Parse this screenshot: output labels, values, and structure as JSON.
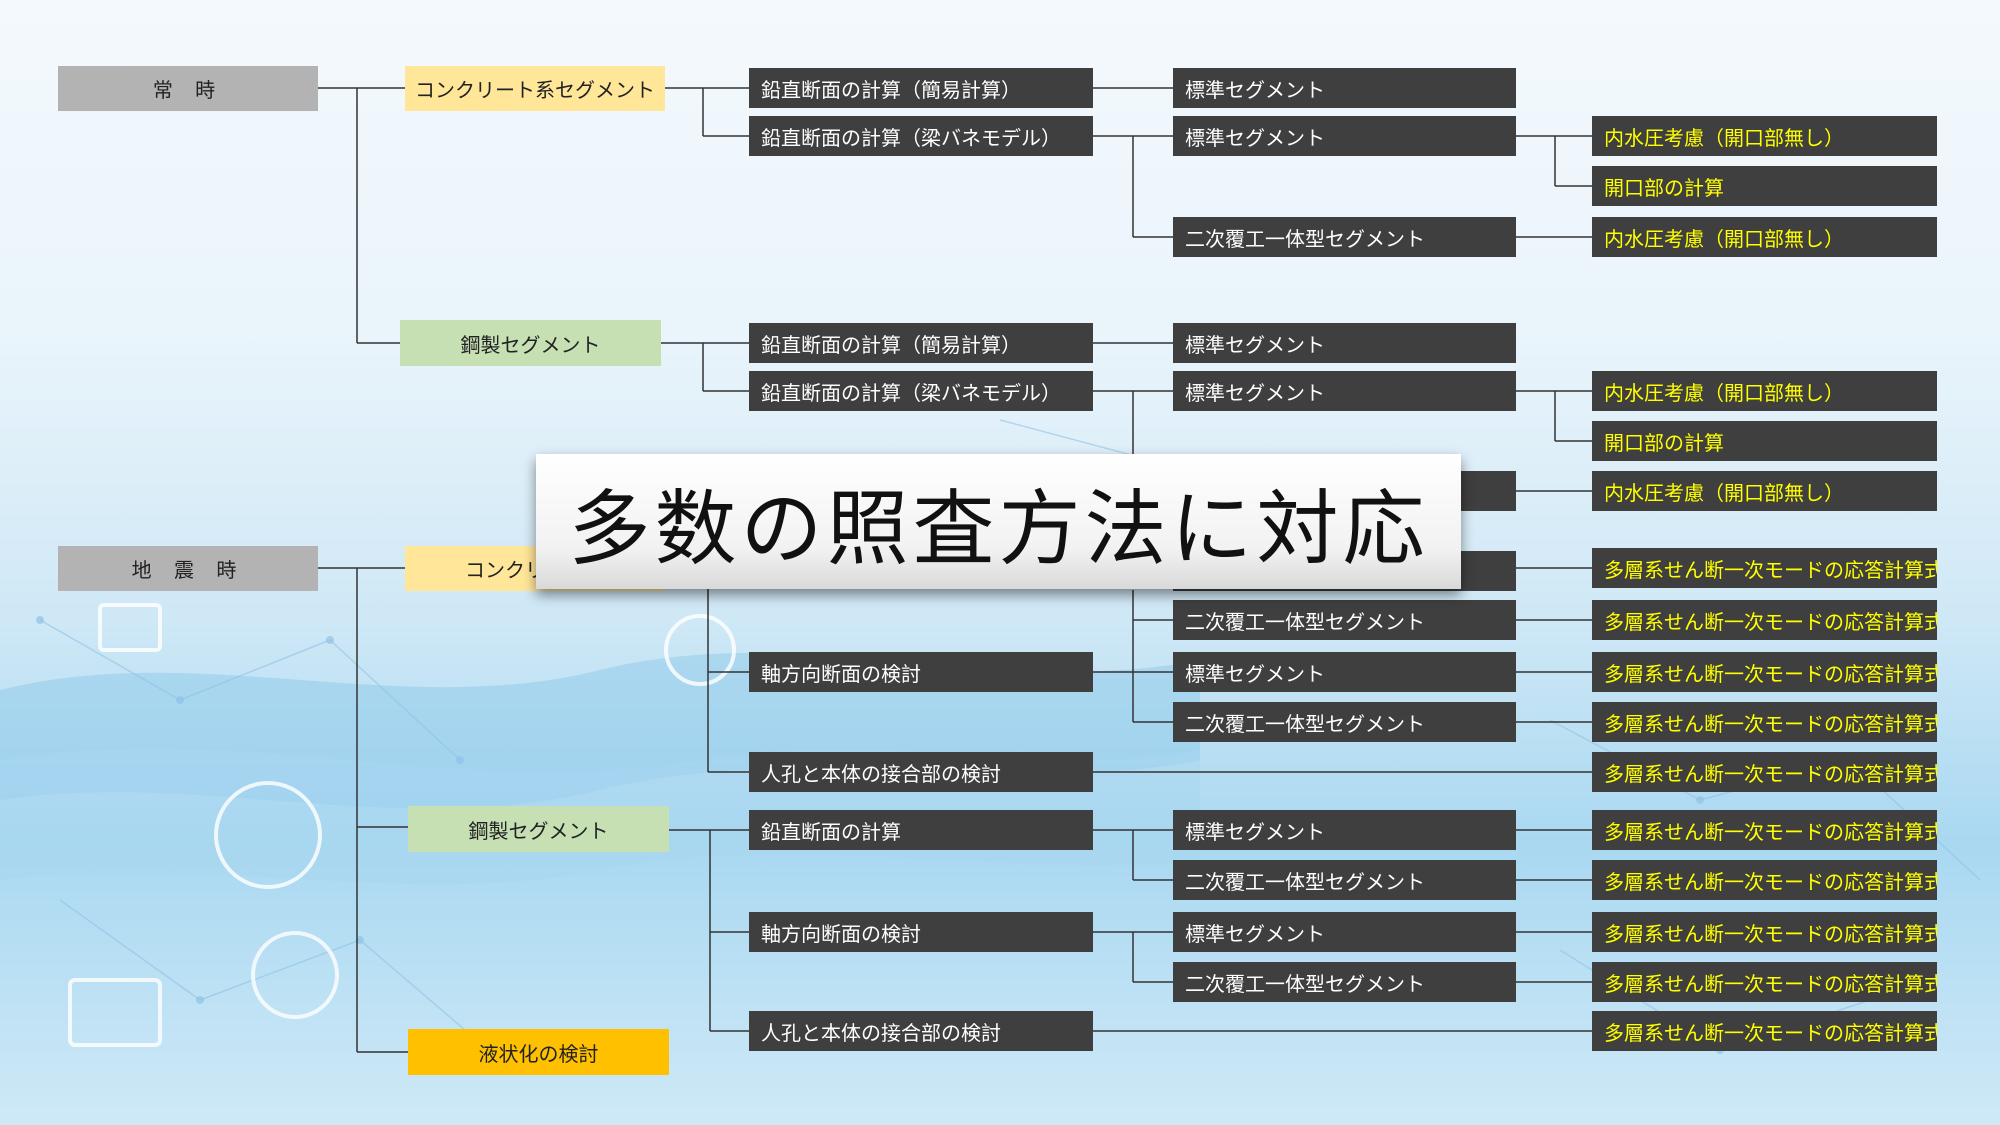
{
  "slide": {
    "banner": "多数の照査方法に対応",
    "categories": {
      "normal": "常 時",
      "seismic": "地 震 時"
    },
    "normal": {
      "concrete": "コンクリート系セグメント",
      "steel": "鋼製セグメント",
      "vertical_simple": "鉛直断面の計算（簡易計算）",
      "vertical_spring": "鉛直断面の計算（梁バネモデル）",
      "standard_segment": "標準セグメント",
      "integrated_segment": "二次覆工一体型セグメント",
      "internal_pressure": "内水圧考慮（開口部無し）",
      "opening_calc": "開口部の計算"
    },
    "seismic": {
      "concrete": "コンクリート系セグメント",
      "concrete_visible": "コンクリート系",
      "steel": "鋼製セグメント",
      "liquefaction": "液状化の検討",
      "axial": "軸方向断面の検討",
      "manhole": "人孔と本体の接合部の検討",
      "vertical": "鉛直断面の計算",
      "standard_segment": "標準セグメント",
      "integrated_segment": "二次覆工一体型セグメント",
      "response_formula": "多層系せん断一次モードの応答計算式"
    }
  },
  "colors": {
    "category_gray": "#b3b3b3",
    "concrete_yellow": "#ffe699",
    "steel_green": "#c6e0b4",
    "liquefaction_orange": "#ffc000",
    "dark_box": "#3f3f3f",
    "highlight_text": "#ffff00",
    "connector": "#333333"
  }
}
